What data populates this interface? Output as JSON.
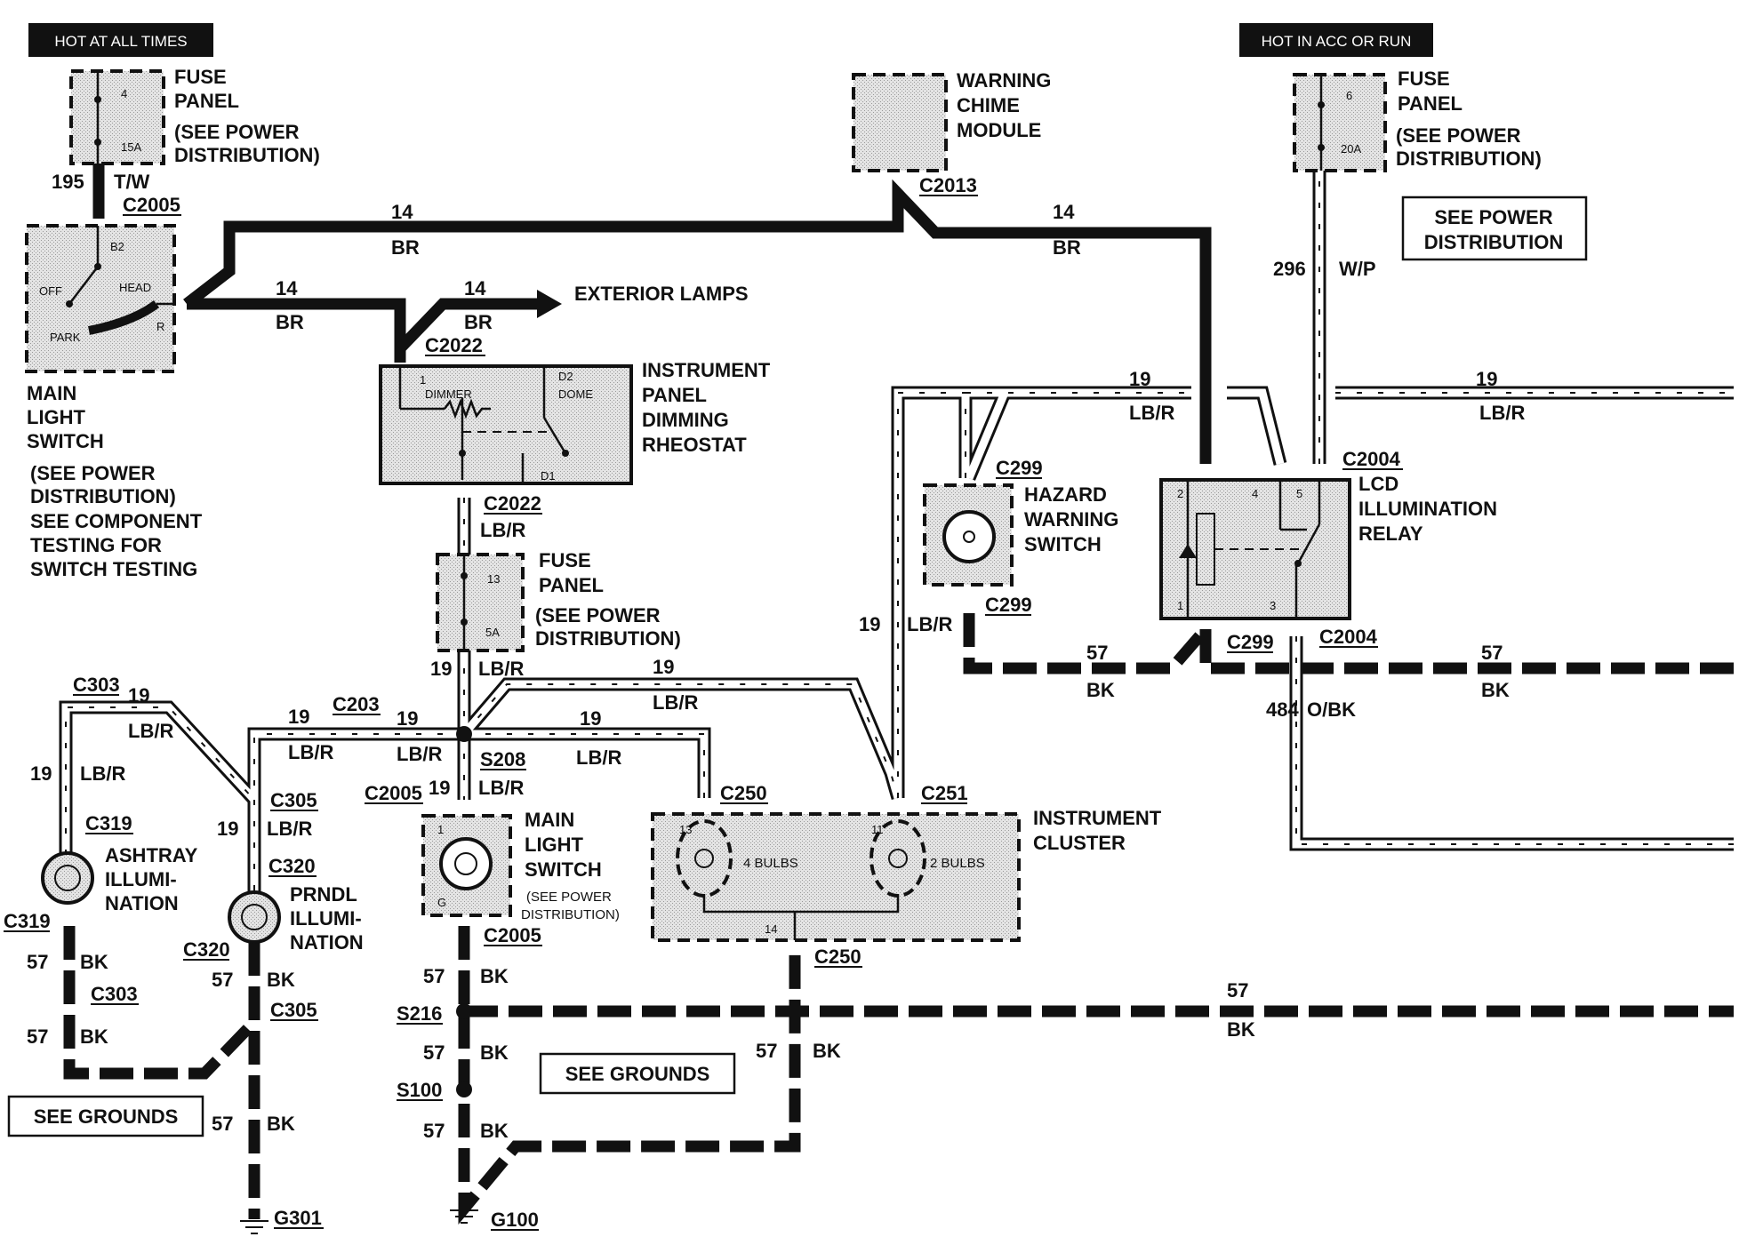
{
  "headers": {
    "hot_always": "HOT AT ALL TIMES",
    "hot_acc_run": "HOT IN ACC OR RUN"
  },
  "fuse_left": {
    "name1": "FUSE",
    "name2": "PANEL",
    "note1": "(SEE POWER",
    "note2": "DISTRIBUTION)",
    "num": "4",
    "amps": "15A"
  },
  "fuse_right": {
    "name1": "FUSE",
    "name2": "PANEL",
    "note1": "(SEE POWER",
    "note2": "DISTRIBUTION)",
    "num": "6",
    "amps": "20A"
  },
  "fuse_mid": {
    "name1": "FUSE",
    "name2": "PANEL",
    "note1": "(SEE POWER",
    "note2": "DISTRIBUTION)",
    "num": "13",
    "amps": "5A"
  },
  "main_light_switch": {
    "name1": "MAIN",
    "name2": "LIGHT",
    "name3": "SWITCH",
    "note1": "(SEE POWER",
    "note2": "DISTRIBUTION)",
    "note3": "SEE COMPONENT",
    "note4": "TESTING FOR",
    "note5": "SWITCH TESTING",
    "pin_b2": "B2",
    "off": "OFF",
    "head": "HEAD",
    "park": "PARK",
    "r": "R"
  },
  "warning_chime": {
    "name1": "WARNING",
    "name2": "CHIME",
    "name3": "MODULE"
  },
  "dimming_rheostat": {
    "name1": "INSTRUMENT",
    "name2": "PANEL",
    "name3": "DIMMING",
    "name4": "RHEOSTAT",
    "pin1": "1",
    "dimmer": "DIMMER",
    "d2": "D2",
    "dome": "DOME",
    "d1": "D1"
  },
  "hazard_switch": {
    "name1": "HAZARD",
    "name2": "WARNING",
    "name3": "SWITCH"
  },
  "lcd_relay": {
    "name1": "LCD",
    "name2": "ILLUMINATION",
    "name3": "RELAY",
    "p2": "2",
    "p4": "4",
    "p5": "5",
    "p1": "1",
    "p3": "3"
  },
  "see_power_box": {
    "line1": "SEE POWER",
    "line2": "DISTRIBUTION"
  },
  "exterior_lamps": "EXTERIOR LAMPS",
  "ashtray": {
    "name1": "ASHTRAY",
    "name2": "ILLUMI-",
    "name3": "NATION"
  },
  "prndl": {
    "name1": "PRNDL",
    "name2": "ILLUMI-",
    "name3": "NATION"
  },
  "main_switch_lower": {
    "name1": "MAIN",
    "name2": "LIGHT",
    "name3": "SWITCH",
    "note1": "(SEE POWER",
    "note2": "DISTRIBUTION)",
    "p1": "1",
    "pg": "G"
  },
  "cluster": {
    "name1": "INSTRUMENT",
    "name2": "CLUSTER",
    "bulbs4": "4 BULBS",
    "bulbs2": "2 BULBS",
    "p13": "13",
    "p11": "11",
    "p14": "14"
  },
  "see_grounds_1": "SEE GROUNDS",
  "see_grounds_2": "SEE GROUNDS",
  "connectors": {
    "c2005_top": "C2005",
    "c2013": "C2013",
    "c2022_top": "C2022",
    "c2022_bot": "C2022",
    "c2004_top": "C2004",
    "c2004_bot": "C2004",
    "c299_top": "C299",
    "c299_mid": "C299",
    "c299_bot": "C299",
    "c303_top": "C303",
    "c303_bot": "C303",
    "c203": "C203",
    "c305_top": "C305",
    "c305_bot": "C305",
    "c319_top": "C319",
    "c319_bot": "C319",
    "c320_top": "C320",
    "c320_bot": "C320",
    "c2005_mid": "C2005",
    "c2005_bot": "C2005",
    "c250_top": "C250",
    "c250_bot": "C250",
    "c251": "C251",
    "s208": "S208",
    "s216": "S216",
    "s100": "S100",
    "g301": "G301",
    "g100": "G100"
  },
  "wires": {
    "n195": "195",
    "tw": "T/W",
    "n14": "14",
    "br": "BR",
    "n296": "296",
    "wp": "W/P",
    "n19": "19",
    "lbr": "LB/R",
    "n57": "57",
    "bk": "BK",
    "n484": "484",
    "obk": "O/BK"
  }
}
